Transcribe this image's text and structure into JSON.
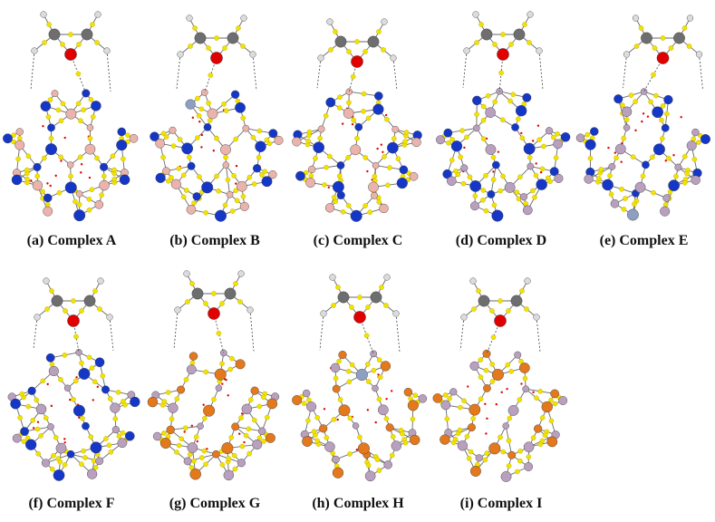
{
  "figure": {
    "panels": [
      {
        "id": "a",
        "caption": "(a) Complex A",
        "cage": "blue-pink",
        "tilt": 0
      },
      {
        "id": "b",
        "caption": "(b) Complex B",
        "cage": "blue-pink",
        "tilt": 1
      },
      {
        "id": "c",
        "caption": "(c) Complex C",
        "cage": "blue-pink",
        "tilt": 2
      },
      {
        "id": "d",
        "caption": "(d) Complex D",
        "cage": "blue-mauve",
        "tilt": 3
      },
      {
        "id": "e",
        "caption": "(e) Complex E",
        "cage": "blue-mauve",
        "tilt": 4
      },
      {
        "id": "f",
        "caption": "(f)  Complex F",
        "cage": "blue-mauve",
        "tilt": 5
      },
      {
        "id": "g",
        "caption": "(g) Complex G",
        "cage": "orange-mauve",
        "tilt": 6
      },
      {
        "id": "h",
        "caption": "(h) Complex H",
        "cage": "orange-mauve",
        "tilt": 7
      },
      {
        "id": "i",
        "caption": "(i) Complex I",
        "cage": "orange-mauve",
        "tilt": 8
      }
    ],
    "colors": {
      "bcp": "#f2e200",
      "bcp_stroke": "#b9a800",
      "oxygen": "#e00000",
      "carbon": "#6e6e6e",
      "hydrogen": "#dcdcdc",
      "blue_atom": "#1537c8",
      "pink_atom": "#eab4ad",
      "mauve_atom": "#b9a0be",
      "orange_atom": "#e3781d",
      "steel_atom": "#8ea0c2",
      "bond": "#6a6a6a",
      "path": "#444444",
      "rcp": "#e00000"
    }
  }
}
